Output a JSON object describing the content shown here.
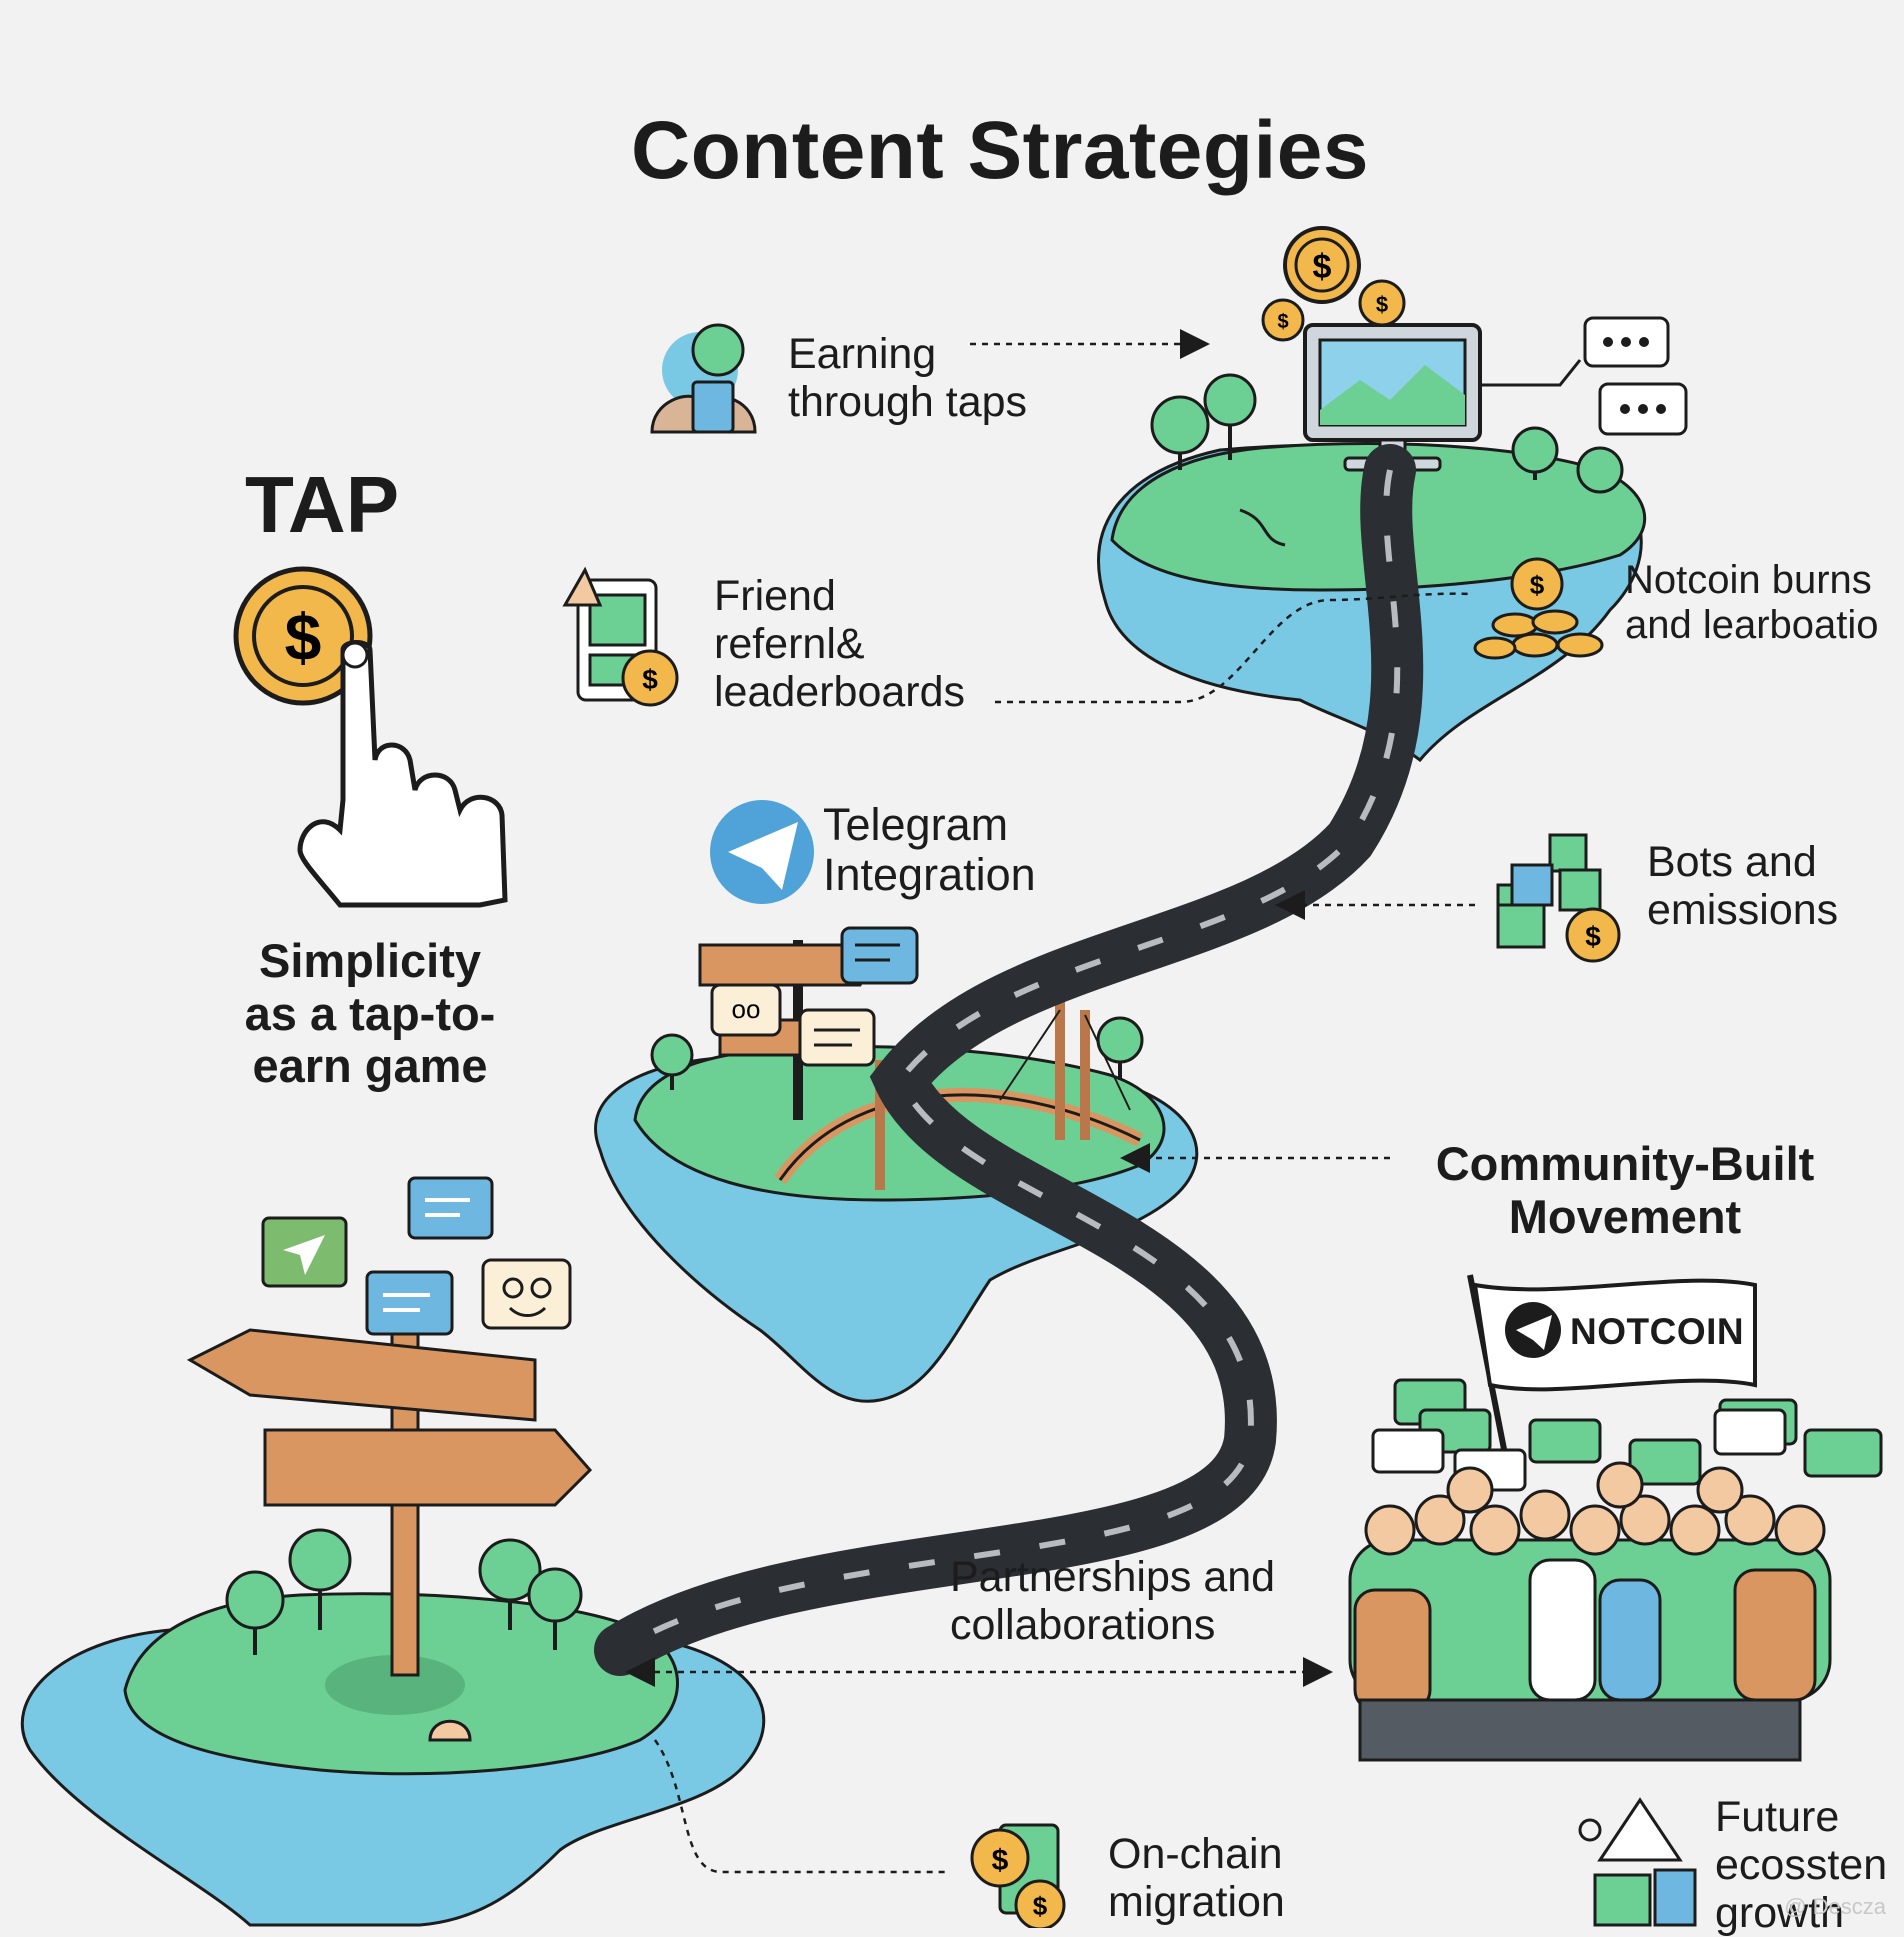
{
  "title": "Content Strategies",
  "tap_heading": "TAP",
  "labels": {
    "earning": "Earning\n through taps",
    "friend": "Friend\nrefernl&\nleaderboards",
    "telegram": "Telegram\n Integration",
    "simplicity": "Simplicity\nas a tap-to-\nearn game",
    "notcoin_burns": "Notcoin burns\nand learboatio",
    "bots": "Bots and\nemissions",
    "community": "Community-Built\nMovement",
    "partnerships": "Partnerships and\ncollaborations",
    "onchain": "On-chain\nmigration",
    "future": "Future\necossten\ngrowth"
  },
  "banner_text": "NOTCOIN",
  "watermark": "@ Descza",
  "colors": {
    "background": "#f2f2f2",
    "island": "#6ccf94",
    "water": "#79c8e4",
    "road": "#2b2e33",
    "coin": "#f2b84b",
    "wood": "#d99660",
    "text": "#1c1c1c"
  }
}
